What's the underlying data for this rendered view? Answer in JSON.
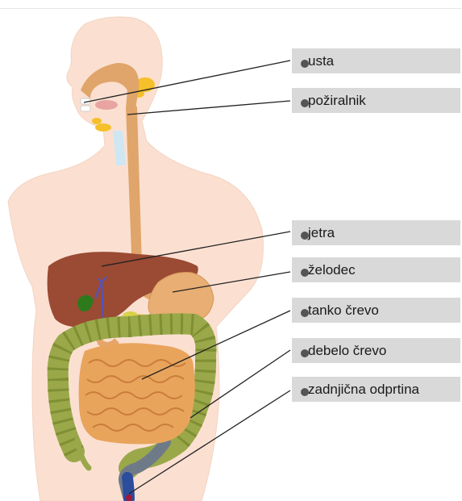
{
  "labels": {
    "mouth": "usta",
    "esophagus": "požiralnik",
    "liver": "jetra",
    "stomach": "želodec",
    "small_intestine": "tanko črevo",
    "large_intestine": "debelo črevo",
    "anus": "zadnjična odprtina"
  },
  "colors": {
    "label_box": "#d9d9d9",
    "body_skin": "#fbe0d1",
    "esophagus": "#e0a56a",
    "liver": "#9b4a33",
    "small_intestine": "#e9a45c",
    "large_intestine": "#9aa84a",
    "leader_line": "#222222"
  }
}
